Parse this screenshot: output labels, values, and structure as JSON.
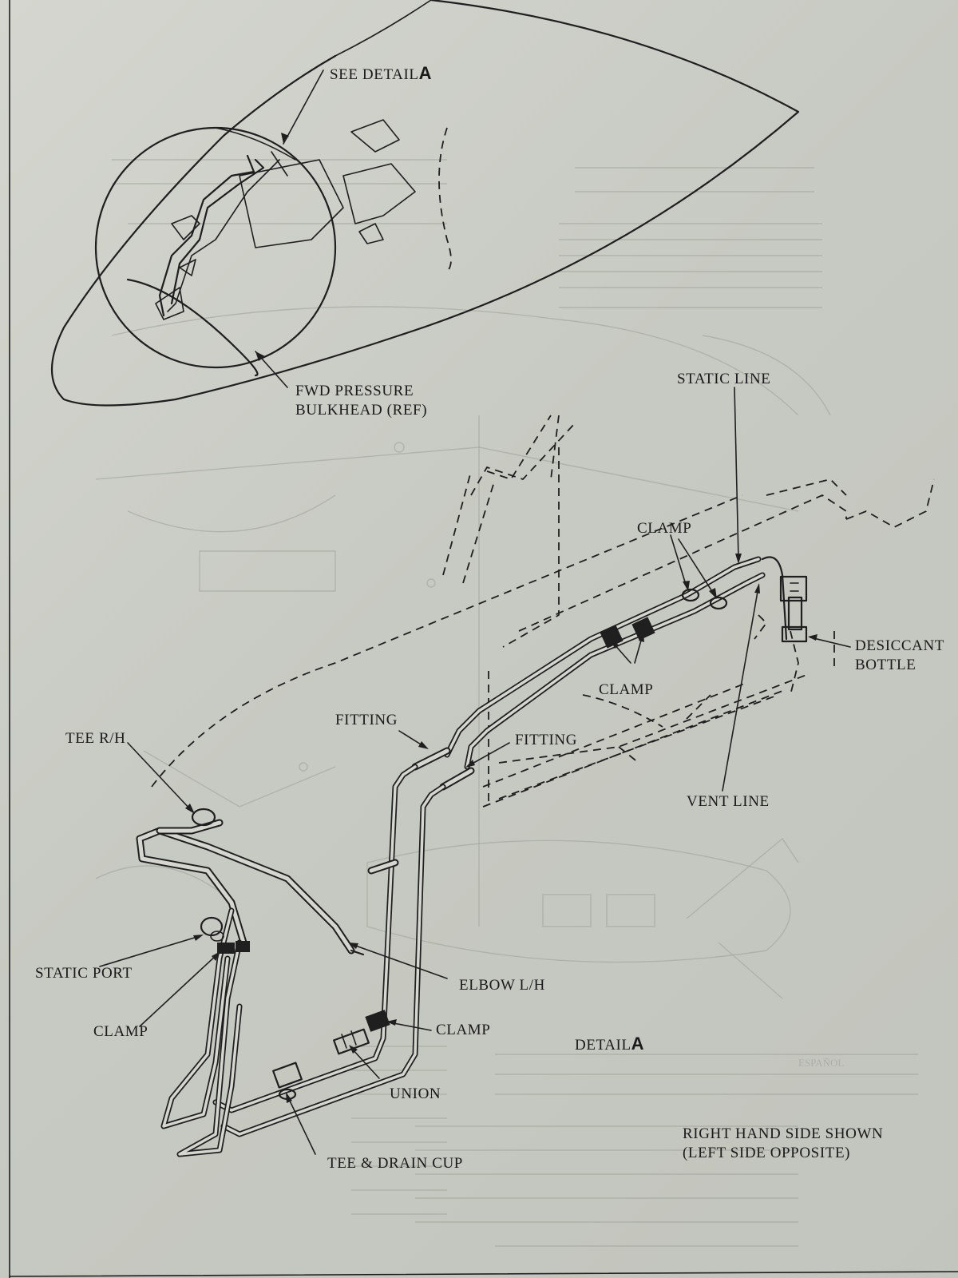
{
  "labels": {
    "see_detail": "SEE DETAIL",
    "detail_letter": "A",
    "fwd_bulkhead_line1": "FWD PRESSURE",
    "fwd_bulkhead_line2": "BULKHEAD (REF)",
    "static_line": "STATIC LINE",
    "clamp_top": "CLAMP",
    "clamp_middle": "CLAMP",
    "desiccant_line1": "DESICCANT",
    "desiccant_line2": "BOTTLE",
    "fitting_left": "FITTING",
    "fitting_right": "FITTING",
    "vent_line": "VENT LINE",
    "tee_rh": "TEE R/H",
    "static_port": "STATIC PORT",
    "clamp_left": "CLAMP",
    "elbow_lh": "ELBOW L/H",
    "clamp_bottom": "CLAMP",
    "detail_a": "DETAIL",
    "union": "UNION",
    "tee_drain": "TEE & DRAIN CUP",
    "rh_side_line1": "RIGHT HAND SIDE SHOWN",
    "rh_side_line2": "(LEFT SIDE OPPOSITE)"
  },
  "colors": {
    "ink": "#1f1f1f",
    "paper": "#d4d6cf"
  }
}
